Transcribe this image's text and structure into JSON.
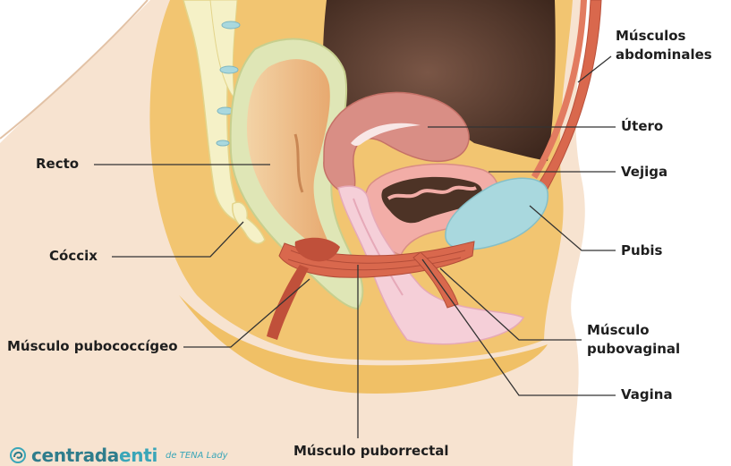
{
  "labels": {
    "musculos_abdominales": [
      "Músculos",
      "abdominales"
    ],
    "utero": "Útero",
    "vejiga": "Vejiga",
    "pubis": "Pubis",
    "musculo_pubovaginal": [
      "Músculo",
      "pubovaginal"
    ],
    "vagina": "Vagina",
    "musculo_puborrectal": "Músculo puborrectal",
    "recto": "Recto",
    "coccix": "Cóccix",
    "musculo_pubococcigeo": "Músculo pubococcígeo"
  },
  "brand": {
    "name_part1": "centrada",
    "name_part2": "enti",
    "tagline": "de TENA Lady",
    "logo_icon": "swirl-logo-icon"
  },
  "colors": {
    "skin": "#f7e3d0",
    "fat": "#f2c571",
    "cavity": "#4d3326",
    "muscle": "#d9684d",
    "rectum_wall": "#dfe6b6",
    "rectum_inner": "#eebd8a",
    "uterus": "#d98e85",
    "bladder": "#f2ada7",
    "vagina": "#f5cfd8",
    "pubis": "#a9d8de",
    "spine": "#f5f1c7",
    "brand": "#2f7d8c"
  }
}
